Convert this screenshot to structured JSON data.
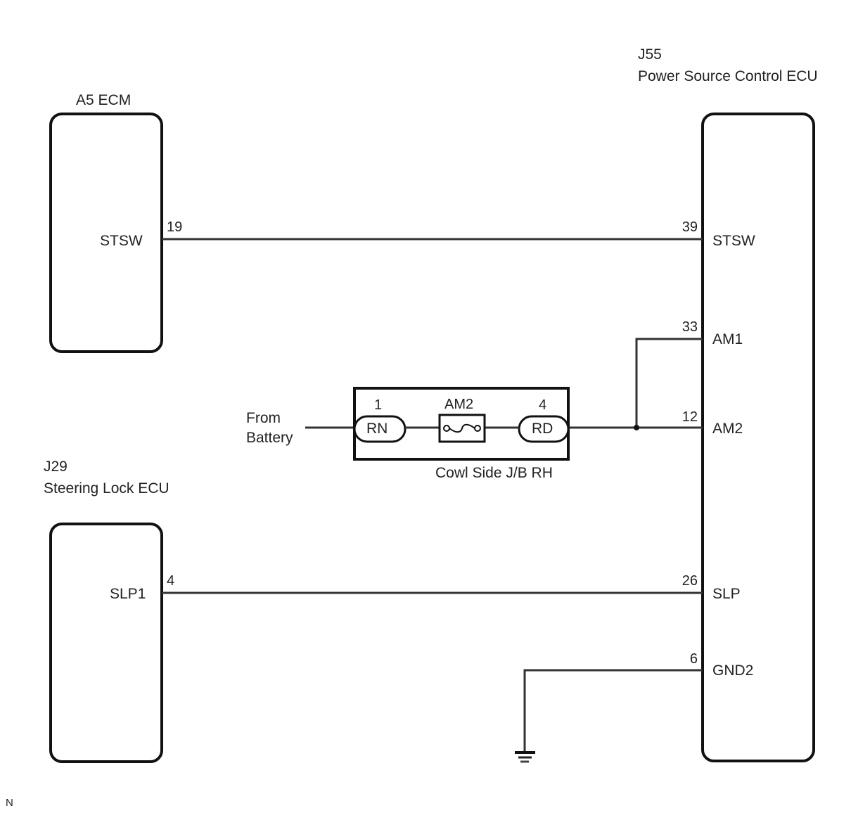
{
  "components": {
    "ecm": {
      "id": "A5",
      "title": "A5 ECM",
      "terminal_label": "STSW",
      "pin": "19"
    },
    "steering_lock": {
      "id": "J29",
      "name": "Steering Lock ECU",
      "terminal_label": "SLP1",
      "pin": "4"
    },
    "power_source": {
      "id": "J55",
      "name": "Power Source Control ECU",
      "terminals": [
        {
          "pin": "39",
          "label": "STSW"
        },
        {
          "pin": "33",
          "label": "AM1"
        },
        {
          "pin": "12",
          "label": "AM2"
        },
        {
          "pin": "26",
          "label": "SLP"
        },
        {
          "pin": "6",
          "label": "GND2"
        }
      ]
    },
    "junction_block": {
      "name": "Cowl Side J/B RH",
      "fuse": "AM2",
      "in_connector": {
        "pin": "1",
        "label": "RN"
      },
      "out_connector": {
        "pin": "4",
        "label": "RD"
      }
    },
    "battery": {
      "line1": "From",
      "line2": "Battery"
    }
  },
  "footer": {
    "code": "N"
  }
}
